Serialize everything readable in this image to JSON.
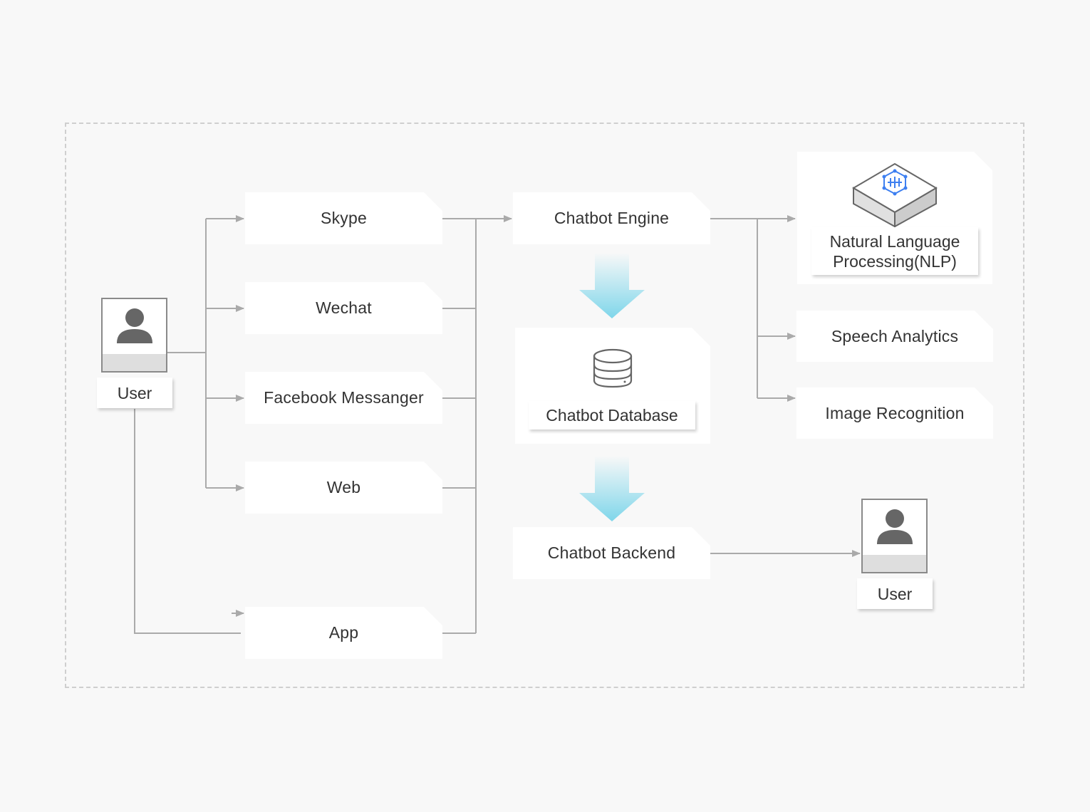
{
  "user_left": {
    "label": "User"
  },
  "channels": [
    {
      "label": "Skype"
    },
    {
      "label": "Wechat"
    },
    {
      "label": "Facebook Messanger"
    },
    {
      "label": "Web"
    },
    {
      "label": "App"
    }
  ],
  "chatbot_engine": {
    "label": "Chatbot Engine"
  },
  "chatbot_database": {
    "label": "Chatbot Database",
    "icon": "database-icon"
  },
  "chatbot_backend": {
    "label": "Chatbot Backend"
  },
  "services": {
    "nlp": {
      "line1": "Natural Language",
      "line2": "Processing(NLP)",
      "icon": "nlp-cube-icon"
    },
    "speech": {
      "label": "Speech Analytics"
    },
    "image": {
      "label": "Image Recognition"
    }
  },
  "user_right": {
    "label": "User"
  },
  "colors": {
    "background": "#f8f8f8",
    "connector": "#aaaaaa",
    "flow_arrow": "#7fd6ea",
    "nlp_accent": "#3d7ff0",
    "text": "#333333"
  }
}
